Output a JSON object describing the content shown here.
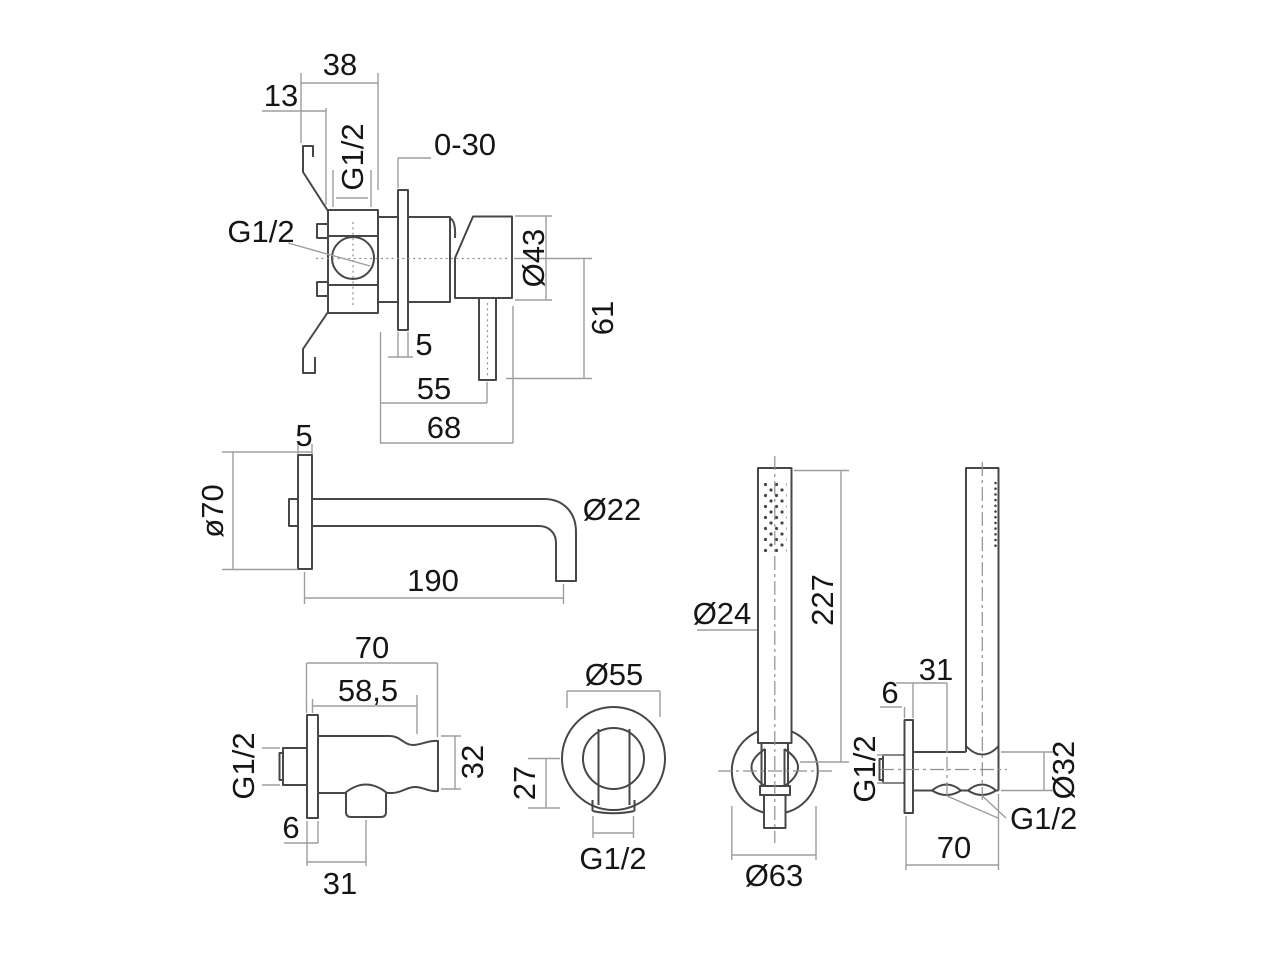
{
  "drawing": {
    "background": "#ffffff",
    "line_color": "#474747",
    "dim_color": "#9d9d9d",
    "text_color": "#161616",
    "views": {
      "mixer": {
        "d38": "38",
        "d13": "13",
        "g12_top": "G1/2",
        "d0_30": "0-30",
        "g12_left": "G1/2",
        "d43": "Ø43",
        "d61": "61",
        "d5": "5",
        "d55": "55",
        "d68": "68"
      },
      "spout": {
        "d5": "5",
        "d70": "ø70",
        "d190": "190",
        "d22": "Ø22"
      },
      "bracket": {
        "d70": "70",
        "d585": "58,5",
        "g12": "G1/2",
        "d32": "32",
        "d6": "6",
        "d31": "31"
      },
      "escutcheon": {
        "d55": "Ø55",
        "d27": "27",
        "g12": "G1/2"
      },
      "shower_front": {
        "d24": "Ø24",
        "d227": "227",
        "d63": "Ø63"
      },
      "shower_side": {
        "d31": "31",
        "d6": "6",
        "g12_in": "G1/2",
        "d32": "Ø32",
        "g12_out": "G1/2",
        "d70": "70"
      }
    }
  }
}
